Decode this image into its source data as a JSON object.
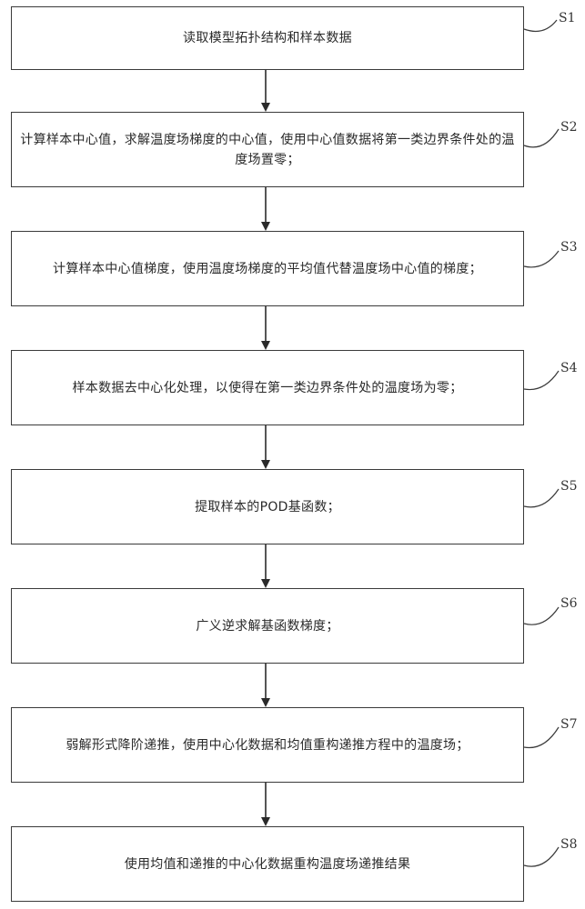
{
  "flowchart": {
    "steps": [
      {
        "label": "S1",
        "text": "读取模型拓扑结构和样本数据"
      },
      {
        "label": "S2",
        "text": "计算样本中心值，求解温度场梯度的中心值，使用中心值数据将第一类边界条件处的温度场置零；"
      },
      {
        "label": "S3",
        "text": "计算样本中心值梯度，使用温度场梯度的平均值代替温度场中心值的梯度；"
      },
      {
        "label": "S4",
        "text": "样本数据去中心化处理，以使得在第一类边界条件处的温度场为零；"
      },
      {
        "label": "S5",
        "text": "提取样本的POD基函数；"
      },
      {
        "label": "S6",
        "text": "广义逆求解基函数梯度；"
      },
      {
        "label": "S7",
        "text": "弱解形式降阶递推，使用中心化数据和均值重构递推方程中的温度场；"
      },
      {
        "label": "S8",
        "text": "使用均值和递推的中心化数据重构温度场递推结果"
      }
    ]
  }
}
